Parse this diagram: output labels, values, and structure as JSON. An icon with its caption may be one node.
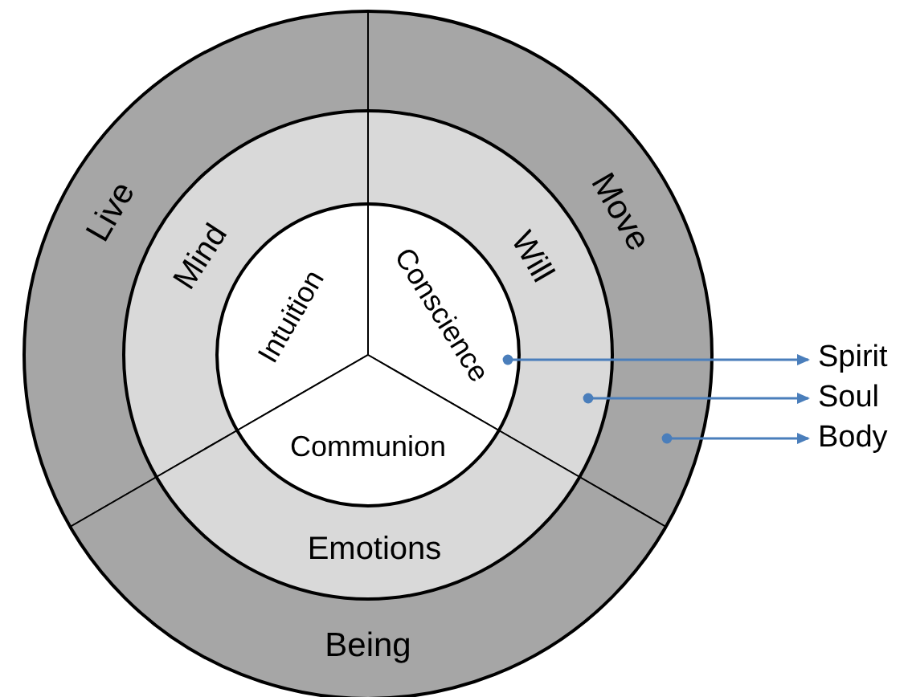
{
  "diagram": {
    "nodes": [
      {
        "text": [
          "Live"
        ]
      },
      {
        "text": [
          "Move"
        ]
      },
      {
        "text": [
          "Being"
        ]
      },
      {
        "text": [
          "Mind"
        ]
      },
      {
        "text": [
          "Will"
        ]
      },
      {
        "text": [
          "Emotions"
        ]
      },
      {
        "text": [
          "Intuition"
        ]
      },
      {
        "text": [
          "Conscience"
        ]
      },
      {
        "text": [
          "Communion"
        ]
      },
      {
        "text": [
          "Spirit"
        ]
      },
      {
        "text": [
          "Soul"
        ]
      },
      {
        "text": [
          "Body"
        ]
      }
    ],
    "edges": [
      {
        "from": 7,
        "to": 9,
        "arrow": "to"
      },
      {
        "from": 4,
        "to": 10,
        "arrow": "to"
      },
      {
        "from": 1,
        "to": 11,
        "arrow": "to"
      }
    ]
  }
}
